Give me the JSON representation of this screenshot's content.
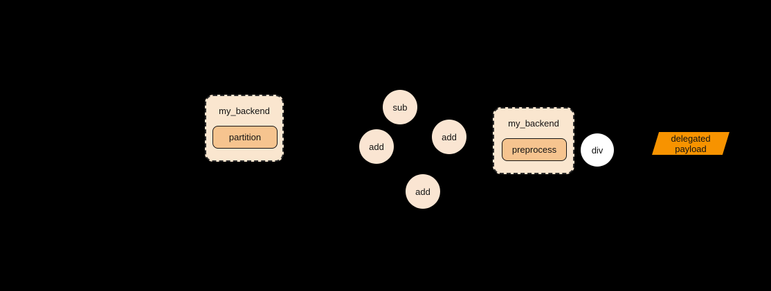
{
  "diagram": {
    "background_color": "#000000",
    "partition_group": {
      "title": "my_backend",
      "node_label": "partition"
    },
    "preprocess_group": {
      "title": "my_backend",
      "node_label": "preprocess"
    },
    "op_nodes": [
      {
        "label": "sub"
      },
      {
        "label": "add"
      },
      {
        "label": "add"
      },
      {
        "label": "add"
      }
    ],
    "div_node": {
      "label": "div"
    },
    "delegated_payload": {
      "line1": "delegated",
      "line2": "payload"
    },
    "colors": {
      "group_fill": "#fae6cf",
      "group_border_dash": "#2b2b2b",
      "inner_node_fill": "#f6c48f",
      "inner_node_border": "#141414",
      "op_node_fill": "#fae5d2",
      "div_node_fill": "#ffffff",
      "payload_fill": "#f79300",
      "text": "#111111"
    }
  }
}
